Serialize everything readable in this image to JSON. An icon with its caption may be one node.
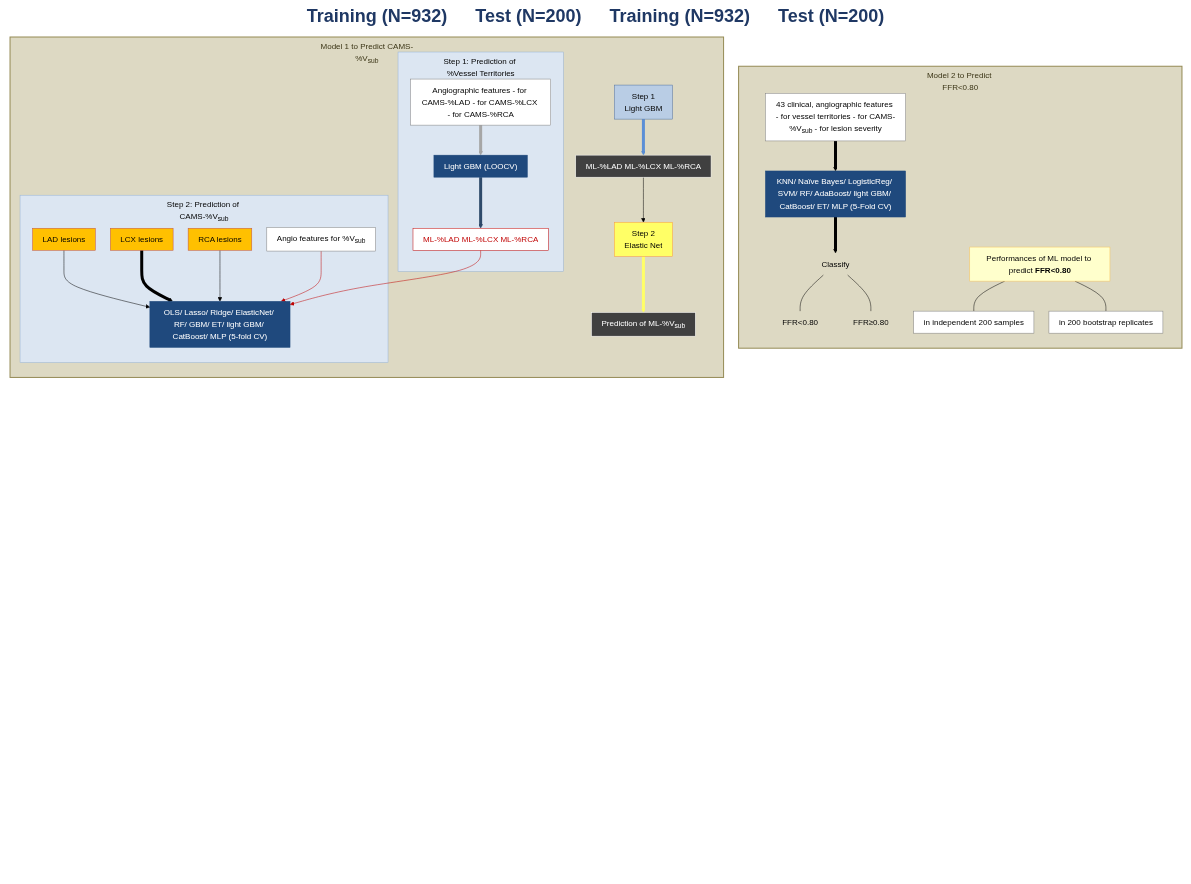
{
  "diagram": {
    "nodes": [
      {
        "text": [
          "Model 1 to Predict CAMS-%V$_{sub}$"
        ]
      },
      {
        "text": [
          "Step 1: Prediction of %Vessel Territories"
        ],
        "in": 0
      },
      {
        "text": [
          "Angiographic features - for CAMS-%LAD - for CAMS-%LCX - for CAMS-%RCA"
        ],
        "in": 1
      },
      {
        "text": [
          "Light GBM (LOOCV)"
        ],
        "in": 1
      },
      {
        "text": [
          "ML-%LAD ML-%LCX ML-%RCA"
        ],
        "in": 1
      },
      {
        "text": [
          "Step 2: Prediction of CAMS-%V$_{sub}$"
        ],
        "in": 0
      },
      {
        "text": [
          "LAD lesions"
        ],
        "in": 5
      },
      {
        "text": [
          "LCX lesions"
        ],
        "in": 5
      },
      {
        "text": [
          "RCA lesions"
        ],
        "in": 5
      },
      {
        "text": [
          "Angio features for %V$_{sub}$"
        ],
        "in": 5
      },
      {
        "text": [
          "OLS/ Lasso/ Ridge/ ElasticNet/ RF/ GBM/ ET/ light GBM/ CatBoost/ MLP (5-fold CV)"
        ],
        "in": 5
      },
      {
        "text": [
          "Step 1",
          "Light GBM"
        ],
        "in": 0
      },
      {
        "text": [
          "ML-%LAD ML-%LCX ML-%RCA"
        ],
        "in": 0
      },
      {
        "text": [
          "Step 2",
          "Elastic Net"
        ],
        "in": 0
      },
      {
        "text": [
          "Prediction of ML-%V$_{sub}$"
        ],
        "in": 0
      },
      {
        "text": [
          "Model 2 to Predict FFR<0.80"
        ]
      },
      {
        "text": [
          "43 clinical, angiographic features - for vessel territories - for CAMS-%V$_{sub}$ - for lesion severity"
        ],
        "in": 15
      },
      {
        "text": [
          "KNN/ Naïve Bayes/ LogisticReg/ SVM/ RF/ AdaBoost/ light GBM/ CatBoost/ ET/ MLP (5-Fold CV)"
        ],
        "in": 15
      },
      {
        "text": [
          "Classify"
        ],
        "in": 15
      },
      {
        "text": [
          "FFR<0.80"
        ],
        "in": 15
      },
      {
        "text": [
          "FFR≥0.80"
        ],
        "in": 15
      },
      {
        "text": [
          "Performances of ML model to predict **FFR<0.80**"
        ],
        "in": 15
      },
      {
        "text": [
          "in independent 200 samples"
        ],
        "in": 15
      },
      {
        "text": [
          "in 200 bootstrap replicates"
        ],
        "in": 15
      }
    ],
    "edges": [
      {
        "from": 2,
        "to": 3,
        "arrow": "to",
        "style": "thick",
        "color": "#a6a6a6"
      },
      {
        "from": 3,
        "to": 4,
        "arrow": "to",
        "style": "thick",
        "color": "#2e4a6b"
      },
      {
        "from": 6,
        "to": 10,
        "arrow": "to"
      },
      {
        "from": 7,
        "to": 10,
        "arrow": "to",
        "style": "thick"
      },
      {
        "from": 8,
        "to": 10,
        "arrow": "to"
      },
      {
        "from": 9,
        "to": 10,
        "arrow": "to",
        "color": "#c00000"
      },
      {
        "from": 4,
        "to": 10,
        "arrow": "to",
        "color": "#c00000"
      },
      {
        "from": 11,
        "to": 12,
        "arrow": "to",
        "style": "thick",
        "color": "#5b8fd6"
      },
      {
        "from": 12,
        "to": 13,
        "arrow": "to"
      },
      {
        "from": 13,
        "to": 14,
        "arrow": "to",
        "style": "thick",
        "color": "#ffff66"
      },
      {
        "from": 16,
        "to": 17,
        "arrow": "to",
        "style": "thick"
      },
      {
        "from": 17,
        "to": 18,
        "arrow": "to",
        "style": "thick"
      },
      {
        "from": 18,
        "to": 19,
        "arrow": "none"
      },
      {
        "from": 18,
        "to": 20,
        "arrow": "none"
      },
      {
        "from": 21,
        "to": 22,
        "arrow": "none"
      },
      {
        "from": 21,
        "to": 23,
        "arrow": "none"
      }
    ],
    "labels": [
      "Training (N=932)",
      "Test (N=200)",
      "Training (N=932)",
      "Test (N=200)"
    ]
  }
}
